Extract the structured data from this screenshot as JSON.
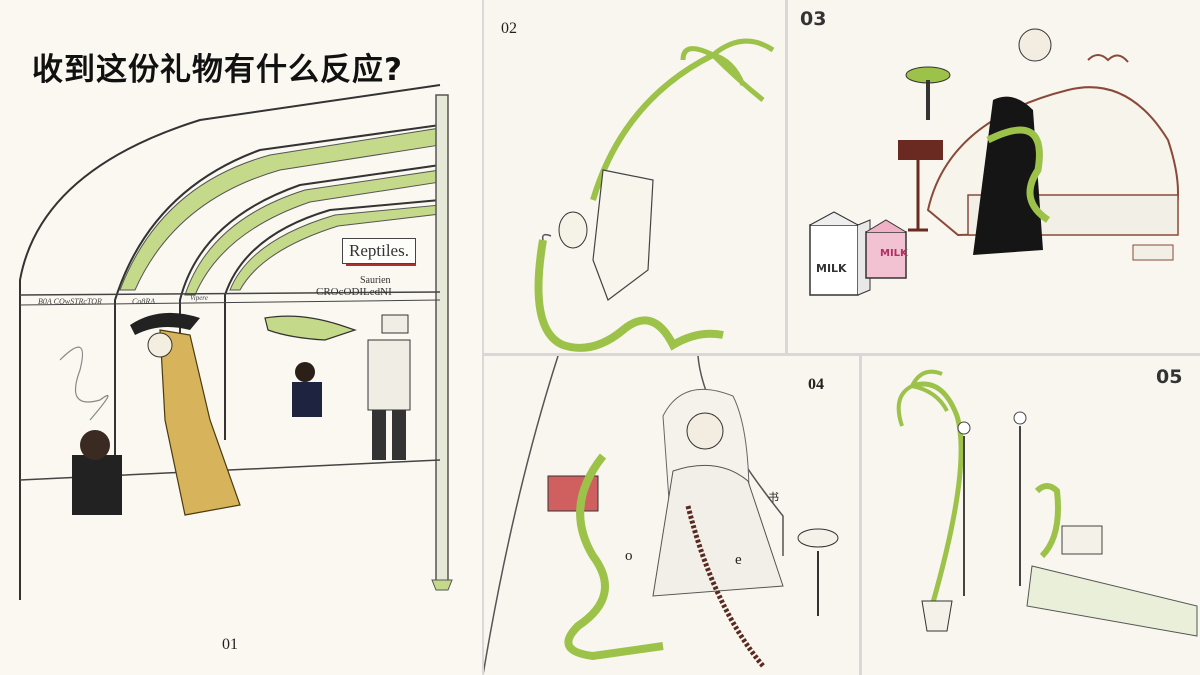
{
  "title": "收到这份礼物有什么反应?",
  "panels": {
    "p01": {
      "number": "01"
    },
    "p02": {
      "number": "02"
    },
    "p03": {
      "number": "03"
    },
    "p04": {
      "number": "04"
    },
    "p05": {
      "number": "05"
    }
  },
  "zoo": {
    "sign": "Reptiles.",
    "saurien": "Saurien",
    "crocodile": "CROcODILedNI",
    "boa": "B0A COwSTRcTOR",
    "cobra": "Co8RA",
    "vipere": "Vipere"
  },
  "milk": {
    "carton1": "MILK",
    "carton2": "MILK"
  },
  "stray": {
    "o": "o",
    "e": "e",
    "shu": "书"
  },
  "colors": {
    "snake_green": "#9cc24a",
    "ink": "#222222",
    "divider": "#d8d8d8"
  }
}
